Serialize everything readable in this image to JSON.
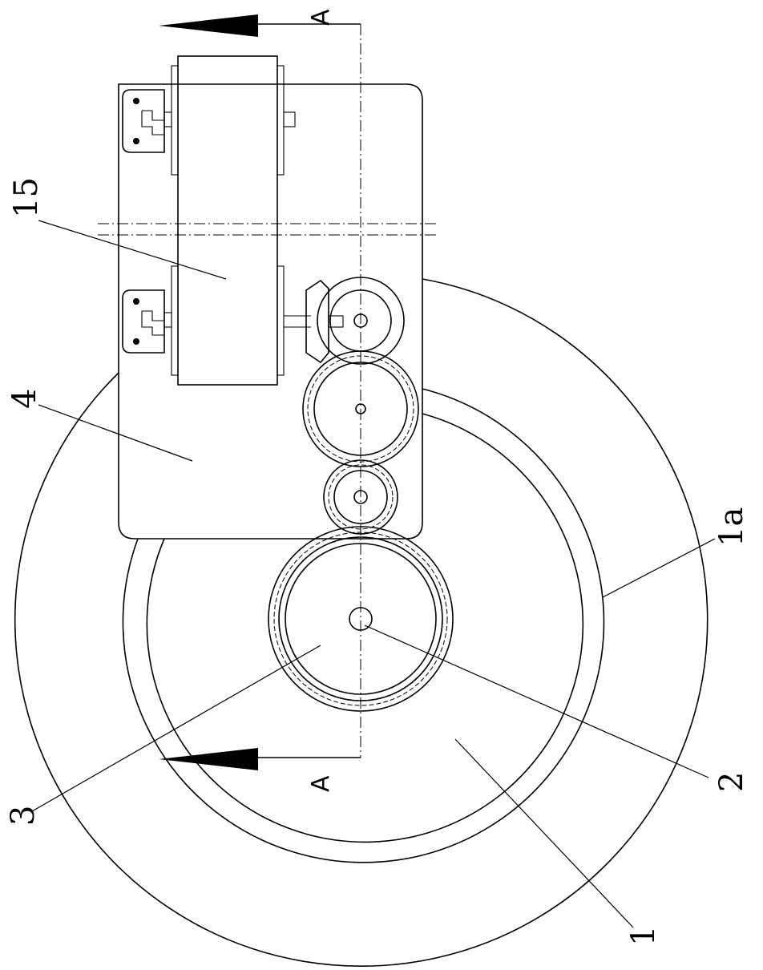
{
  "labels": {
    "part_1": "1",
    "part_1a": "1a",
    "part_2": "2",
    "part_3": "3",
    "part_4": "4",
    "part_15": "15",
    "section_top": "A",
    "section_bottom": "A"
  }
}
